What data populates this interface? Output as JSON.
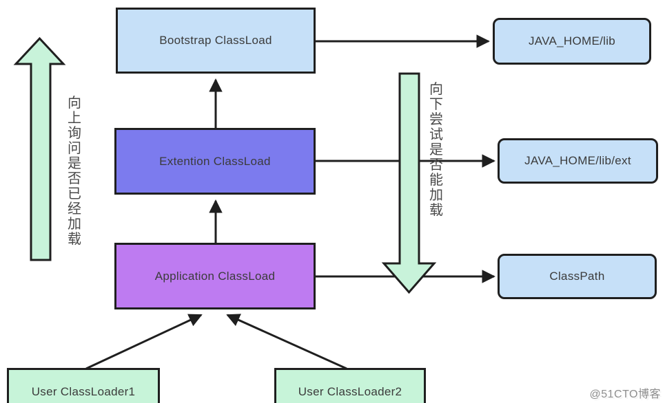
{
  "diagram": {
    "nodes": {
      "bootstrap": "Bootstrap ClassLoad",
      "extention": "Extention ClassLoad",
      "application": "Application ClassLoad",
      "java_home_lib": "JAVA_HOME/lib",
      "java_home_lib_ext": "JAVA_HOME/lib/ext",
      "classpath": "ClassPath",
      "user_classloader1": "User ClassLoader1",
      "user_classloader2": "User ClassLoader2"
    },
    "annotations": {
      "up_arrow": "向上询问是否已经加载",
      "down_arrow": "向下尝试是否能加载"
    },
    "watermark": "@51CTO博客",
    "colors": {
      "light_blue_fill": "#c6e0f8",
      "purple_blue_fill": "#7c7bee",
      "violet_fill": "#be7bf1",
      "mint_green_fill": "#c7f4d9",
      "big_arrow_fill": "#c8f3da",
      "outline": "#1f1f1f",
      "label_text": "#3b3b3b"
    }
  }
}
